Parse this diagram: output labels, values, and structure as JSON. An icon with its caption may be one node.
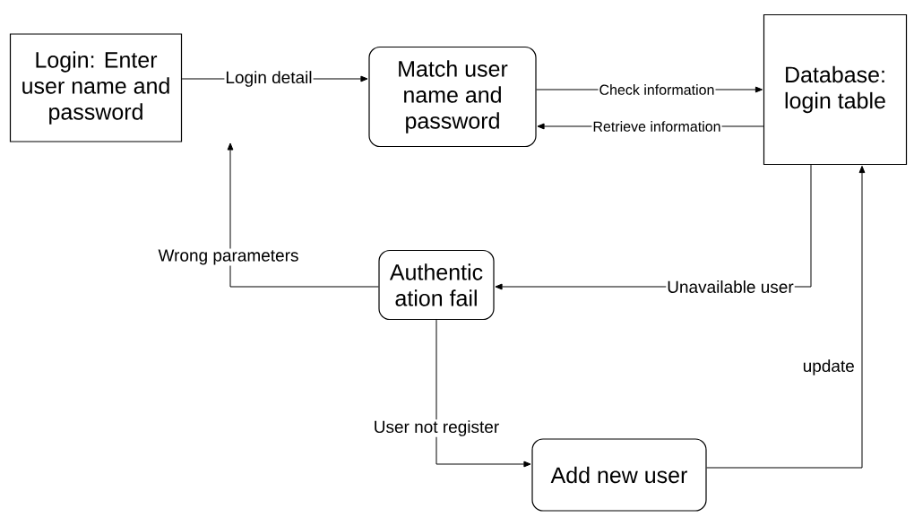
{
  "diagram": {
    "nodes": [
      {
        "text": [
          "Login:   Enter user name and password"
        ]
      },
      {
        "text": [
          "Match user name and password"
        ]
      },
      {
        "text": [
          "Database: login table"
        ]
      },
      {
        "text": [
          "Authentic ation fail"
        ]
      },
      {
        "text": [
          "Add new user"
        ]
      }
    ],
    "edges": [
      {
        "from": 0,
        "to": 1,
        "arrow": "to",
        "label": "Login detail"
      },
      {
        "from": 1,
        "to": 2,
        "arrow": "to",
        "label": "Check information"
      },
      {
        "from": 2,
        "to": 1,
        "arrow": "to",
        "label": "Retrieve information"
      },
      {
        "from": 2,
        "to": 3,
        "arrow": "to",
        "label": "Unavailable user"
      },
      {
        "from": 3,
        "to": 0,
        "arrow": "to",
        "label": "Wrong parameters"
      },
      {
        "from": 3,
        "to": 4,
        "arrow": "to",
        "label": "User not register"
      },
      {
        "from": 4,
        "to": 2,
        "arrow": "to",
        "label": "update"
      }
    ]
  }
}
